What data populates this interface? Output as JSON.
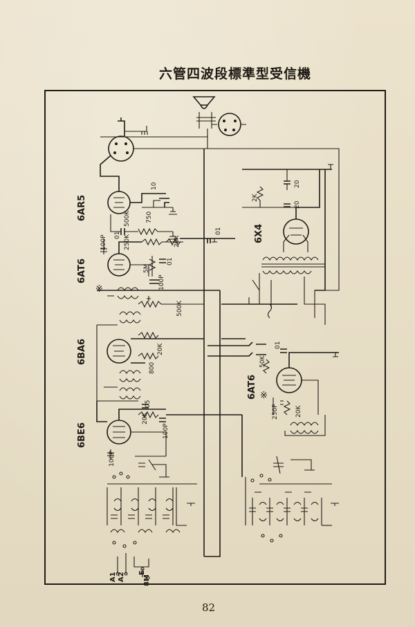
{
  "title": "六管四波段標準型受信機",
  "page_number": "82",
  "tubes": [
    "6AR5",
    "6X4",
    "6AT6",
    "6BA6",
    "6AT6",
    "6BE6"
  ],
  "components": [
    "750",
    "10",
    "500K",
    "01",
    "100P",
    "250K",
    "20K",
    "01",
    "5M",
    "01",
    "100P",
    "500K",
    "01",
    "20",
    "2K",
    "20",
    "20K",
    "800",
    "05",
    "20K",
    "100P",
    "01",
    "50K",
    "250P",
    "20K",
    "100P"
  ],
  "terminals": [
    "A1",
    "A2",
    "E",
    "8M"
  ],
  "marks": [
    "※",
    "※"
  ],
  "colors": {
    "paper": "#e8dfc9",
    "ink": "#1f1b16"
  }
}
